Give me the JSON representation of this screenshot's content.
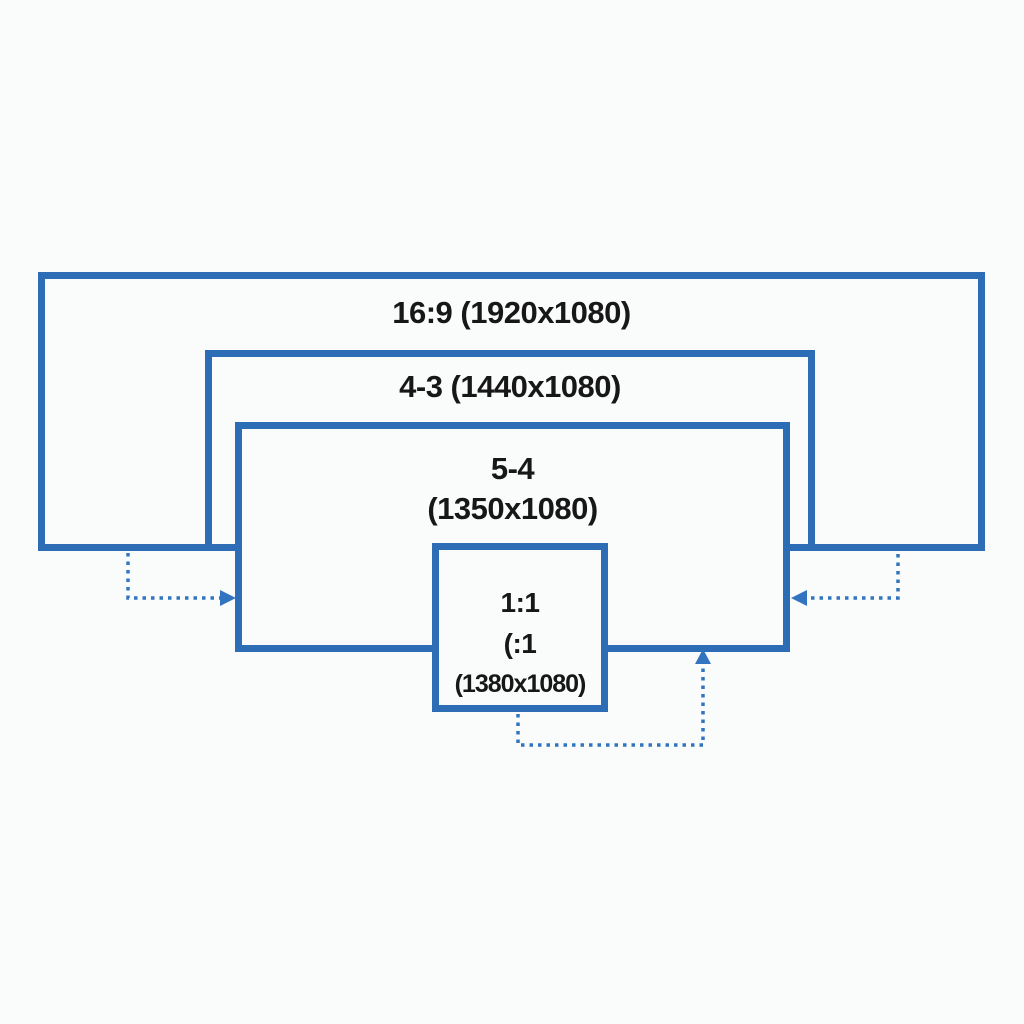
{
  "diagram": {
    "colors": {
      "box_border": "#2d6db6",
      "arrow": "#3274c0",
      "text": "#171717",
      "background": "#fafbfb"
    },
    "boxes": [
      {
        "name": "box-16-9",
        "lines": [
          "16:9 (1920x1080)"
        ]
      },
      {
        "name": "box-4-3",
        "lines": [
          "4-3 (1440x1080)"
        ]
      },
      {
        "name": "box-5-4",
        "lines": [
          "5-4",
          "(1350x1080)"
        ]
      },
      {
        "name": "box-1-1",
        "lines": [
          "1:1",
          "(:1",
          "(1380x1080)"
        ]
      }
    ],
    "arrows": [
      {
        "name": "left-dashed-arrow",
        "direction": "right"
      },
      {
        "name": "right-dashed-arrow",
        "direction": "left"
      },
      {
        "name": "bottom-dashed-arrow",
        "direction": "up"
      }
    ]
  }
}
